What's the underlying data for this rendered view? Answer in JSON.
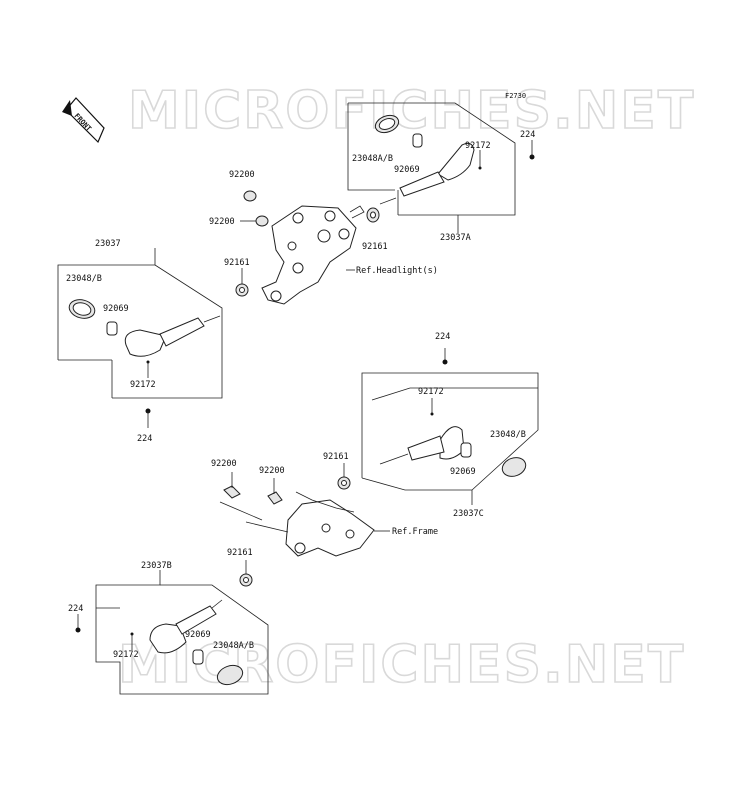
{
  "diagram_code": "F2730",
  "watermark": "MICROFICHES.NET",
  "front_label": "FRONT",
  "labels": {
    "top_right": {
      "a23048": "23048A/B",
      "a92069": "92069",
      "a92172": "92172",
      "a224": "224",
      "a92161": "92161",
      "a23037A": "23037A"
    },
    "top_center": {
      "a92200_1": "92200",
      "a92200_2": "92200",
      "a92161": "92161",
      "ref_headlight": "Ref.Headlight(s)"
    },
    "top_left": {
      "a23037": "23037",
      "a23048": "23048/B",
      "a92069": "92069",
      "a92172": "92172",
      "a224": "224"
    },
    "mid_right": {
      "a224": "224",
      "a92172": "92172",
      "a92161": "92161",
      "a23048": "23048/B",
      "a92069": "92069",
      "a23037C": "23037C"
    },
    "mid_center": {
      "a92200_1": "92200",
      "a92200_2": "92200",
      "ref_frame": "Ref.Frame",
      "a92161": "92161"
    },
    "bottom_left": {
      "a23037B": "23037B",
      "a224": "224",
      "a92069": "92069",
      "a23048": "23048A/B",
      "a92172": "92172"
    }
  }
}
